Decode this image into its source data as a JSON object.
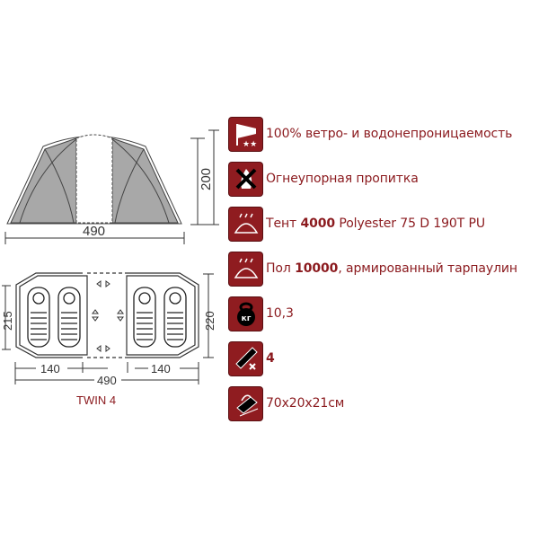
{
  "diagram": {
    "front_width": "490",
    "front_height": "200",
    "plan_depth_left": "215",
    "plan_depth_right": "220",
    "room_left": "140",
    "room_right": "140",
    "plan_total": "490",
    "model": "TWIN 4"
  },
  "features": [
    {
      "icon": "windsock-icon",
      "text": "100% ветро- и водонепроницаемость"
    },
    {
      "icon": "no-fire-icon",
      "text": "Огнеупорная пропитка"
    },
    {
      "icon": "rain-tent-icon",
      "prefix": "Тент ",
      "bold": "4000",
      "suffix": " Polyester 75 D 190T PU"
    },
    {
      "icon": "rain-floor-icon",
      "prefix": "Пол ",
      "bold": "10000",
      "suffix": ", армированный тарпаулин"
    },
    {
      "icon": "weight-icon",
      "text": "10,3",
      "icon_label": "кг"
    },
    {
      "icon": "sleeping-bag-icon",
      "bold": "4"
    },
    {
      "icon": "bag-icon",
      "text": "70x20x21см"
    }
  ],
  "colors": {
    "accent": "#8f1c20",
    "text": "#8b1a1e",
    "tent_gray": "#a7a7a7"
  }
}
